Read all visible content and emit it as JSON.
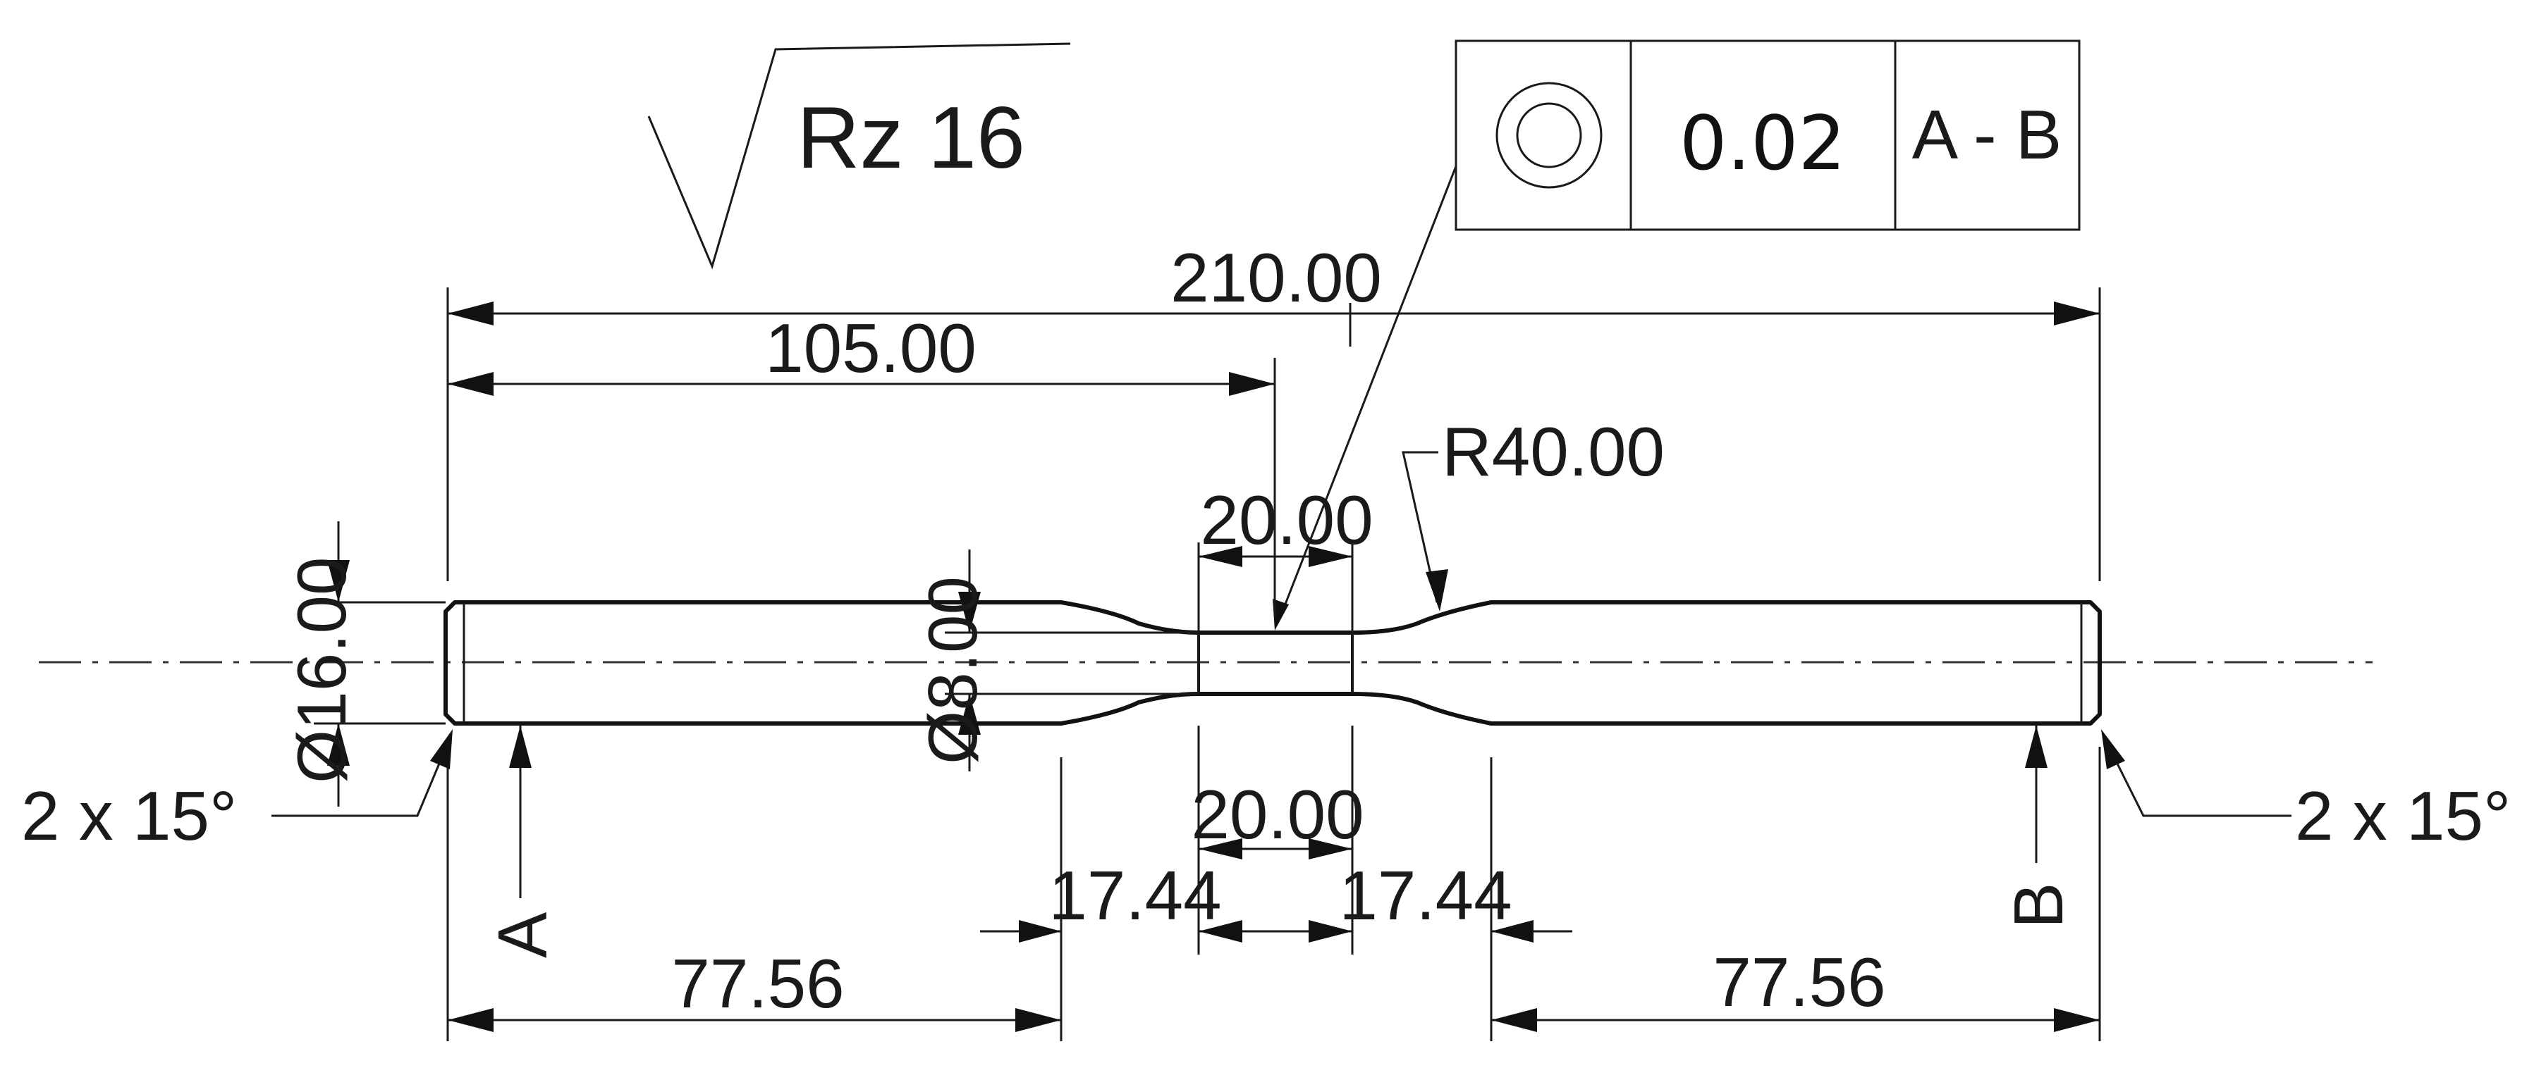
{
  "surface_finish": {
    "label": "Rz 16"
  },
  "feature_control_frame": {
    "symbol": "concentricity-circles",
    "tolerance": "0.02",
    "datum": "A - B"
  },
  "dimensions": {
    "overall_length": "210.00",
    "half_length": "105.00",
    "fillet_radius": "R40.00",
    "neck_length_top": "20.00",
    "diameter_shank": "Ø16.00",
    "diameter_neck": "Ø8.00",
    "neck_length_bottom": "20.00",
    "transition_left": "17.44",
    "transition_right": "17.44",
    "shank_left": "77.56",
    "shank_right": "77.56"
  },
  "chamfers": {
    "left": "2 x 15°",
    "right": "2 x 15°"
  },
  "datums": {
    "left": "A",
    "right": "B"
  }
}
